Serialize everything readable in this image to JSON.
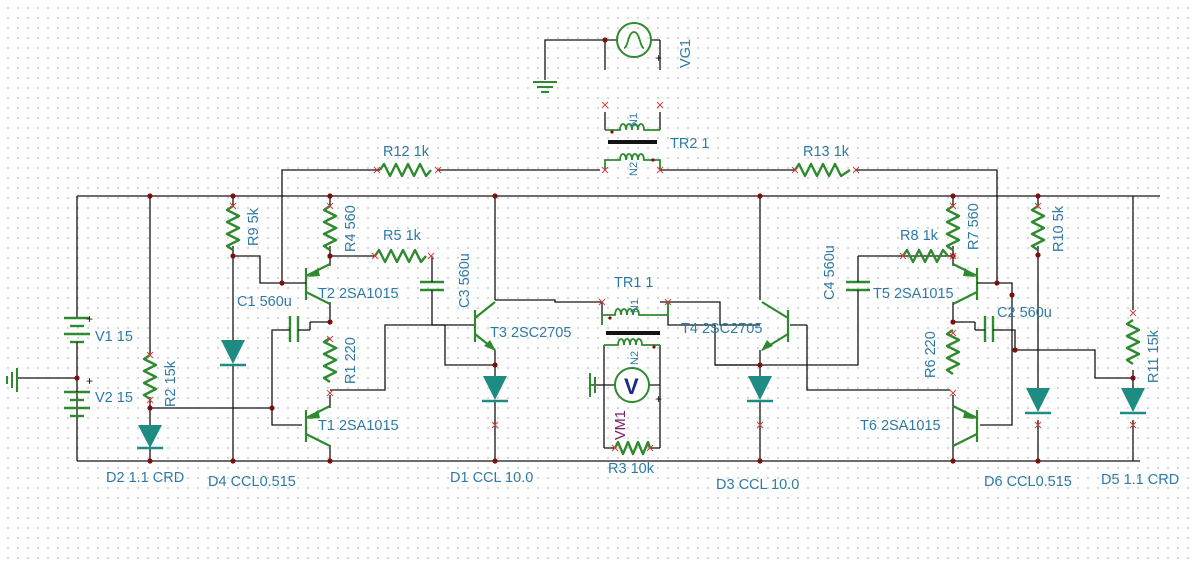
{
  "labels": {
    "r12": "R12 1k",
    "r13": "R13 1k",
    "r9": "R9 5k",
    "r4": "R4 560",
    "r5": "R5 1k",
    "r8": "R8 1k",
    "r7": "R7 560",
    "r10": "R10 5k",
    "r11": "R11 15k",
    "r2": "R2 15k",
    "r1": "R1 220",
    "r6": "R6 220",
    "r3": "R3 10k",
    "c1": "C1 560u",
    "c2": "C2 560u",
    "c3": "C3 560u",
    "c4": "C4 560u",
    "t1": "T1 2SA1015",
    "t2": "T2 2SA1015",
    "t3": "T3 2SC2705",
    "t4": "T4 2SC2705",
    "t5": "T5 2SA1015",
    "t6": "T6 2SA1015",
    "v1": "V1 15",
    "v2": "V2 15",
    "vg1": "VG1",
    "vm1": "VM1",
    "vm1_symbol": "V",
    "tr1": "TR1 1",
    "tr2": "TR2 1",
    "d1": "D1 CCL 10.0",
    "d2": "D2 1.1 CRD",
    "d3": "D3 CCL 10.0",
    "d4": "D4 CCL0.515",
    "d5": "D5 1.1 CRD",
    "d6": "D6 CCL0.515",
    "n1": "N1",
    "n2": "N2",
    "plus": "+"
  }
}
